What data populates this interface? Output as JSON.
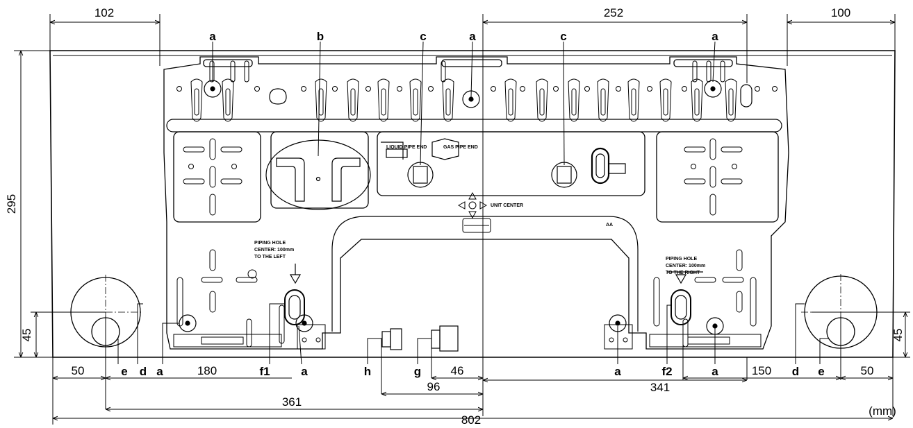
{
  "dimensions": {
    "top_left": "102",
    "top_center": "252",
    "top_right": "100",
    "height_left": "295",
    "pipe_left": "45",
    "pipe_right": "45",
    "bl_50": "50",
    "bl_180": "180",
    "b_46": "46",
    "b_96": "96",
    "br_150": "150",
    "br_50": "50",
    "b_341": "341",
    "b_361": "361",
    "b_802": "802",
    "unit": "(mm)"
  },
  "labels": {
    "a": "a",
    "b": "b",
    "c": "c",
    "d": "d",
    "e": "e",
    "f1": "f1",
    "f2": "f2",
    "g": "g",
    "h": "h"
  },
  "plate_text": {
    "liquid": "LIQUID PIPE END",
    "gas": "GAS PIPE END",
    "unit_center": "UNIT CENTER",
    "aa": "AA",
    "left_1": "PIPING HOLE",
    "left_2": "CENTER: 100mm",
    "left_3": "TO THE LEFT",
    "right_1": "PIPING HOLE",
    "right_2": "CENTER: 100mm",
    "right_3": "TO THE RIGHT"
  }
}
